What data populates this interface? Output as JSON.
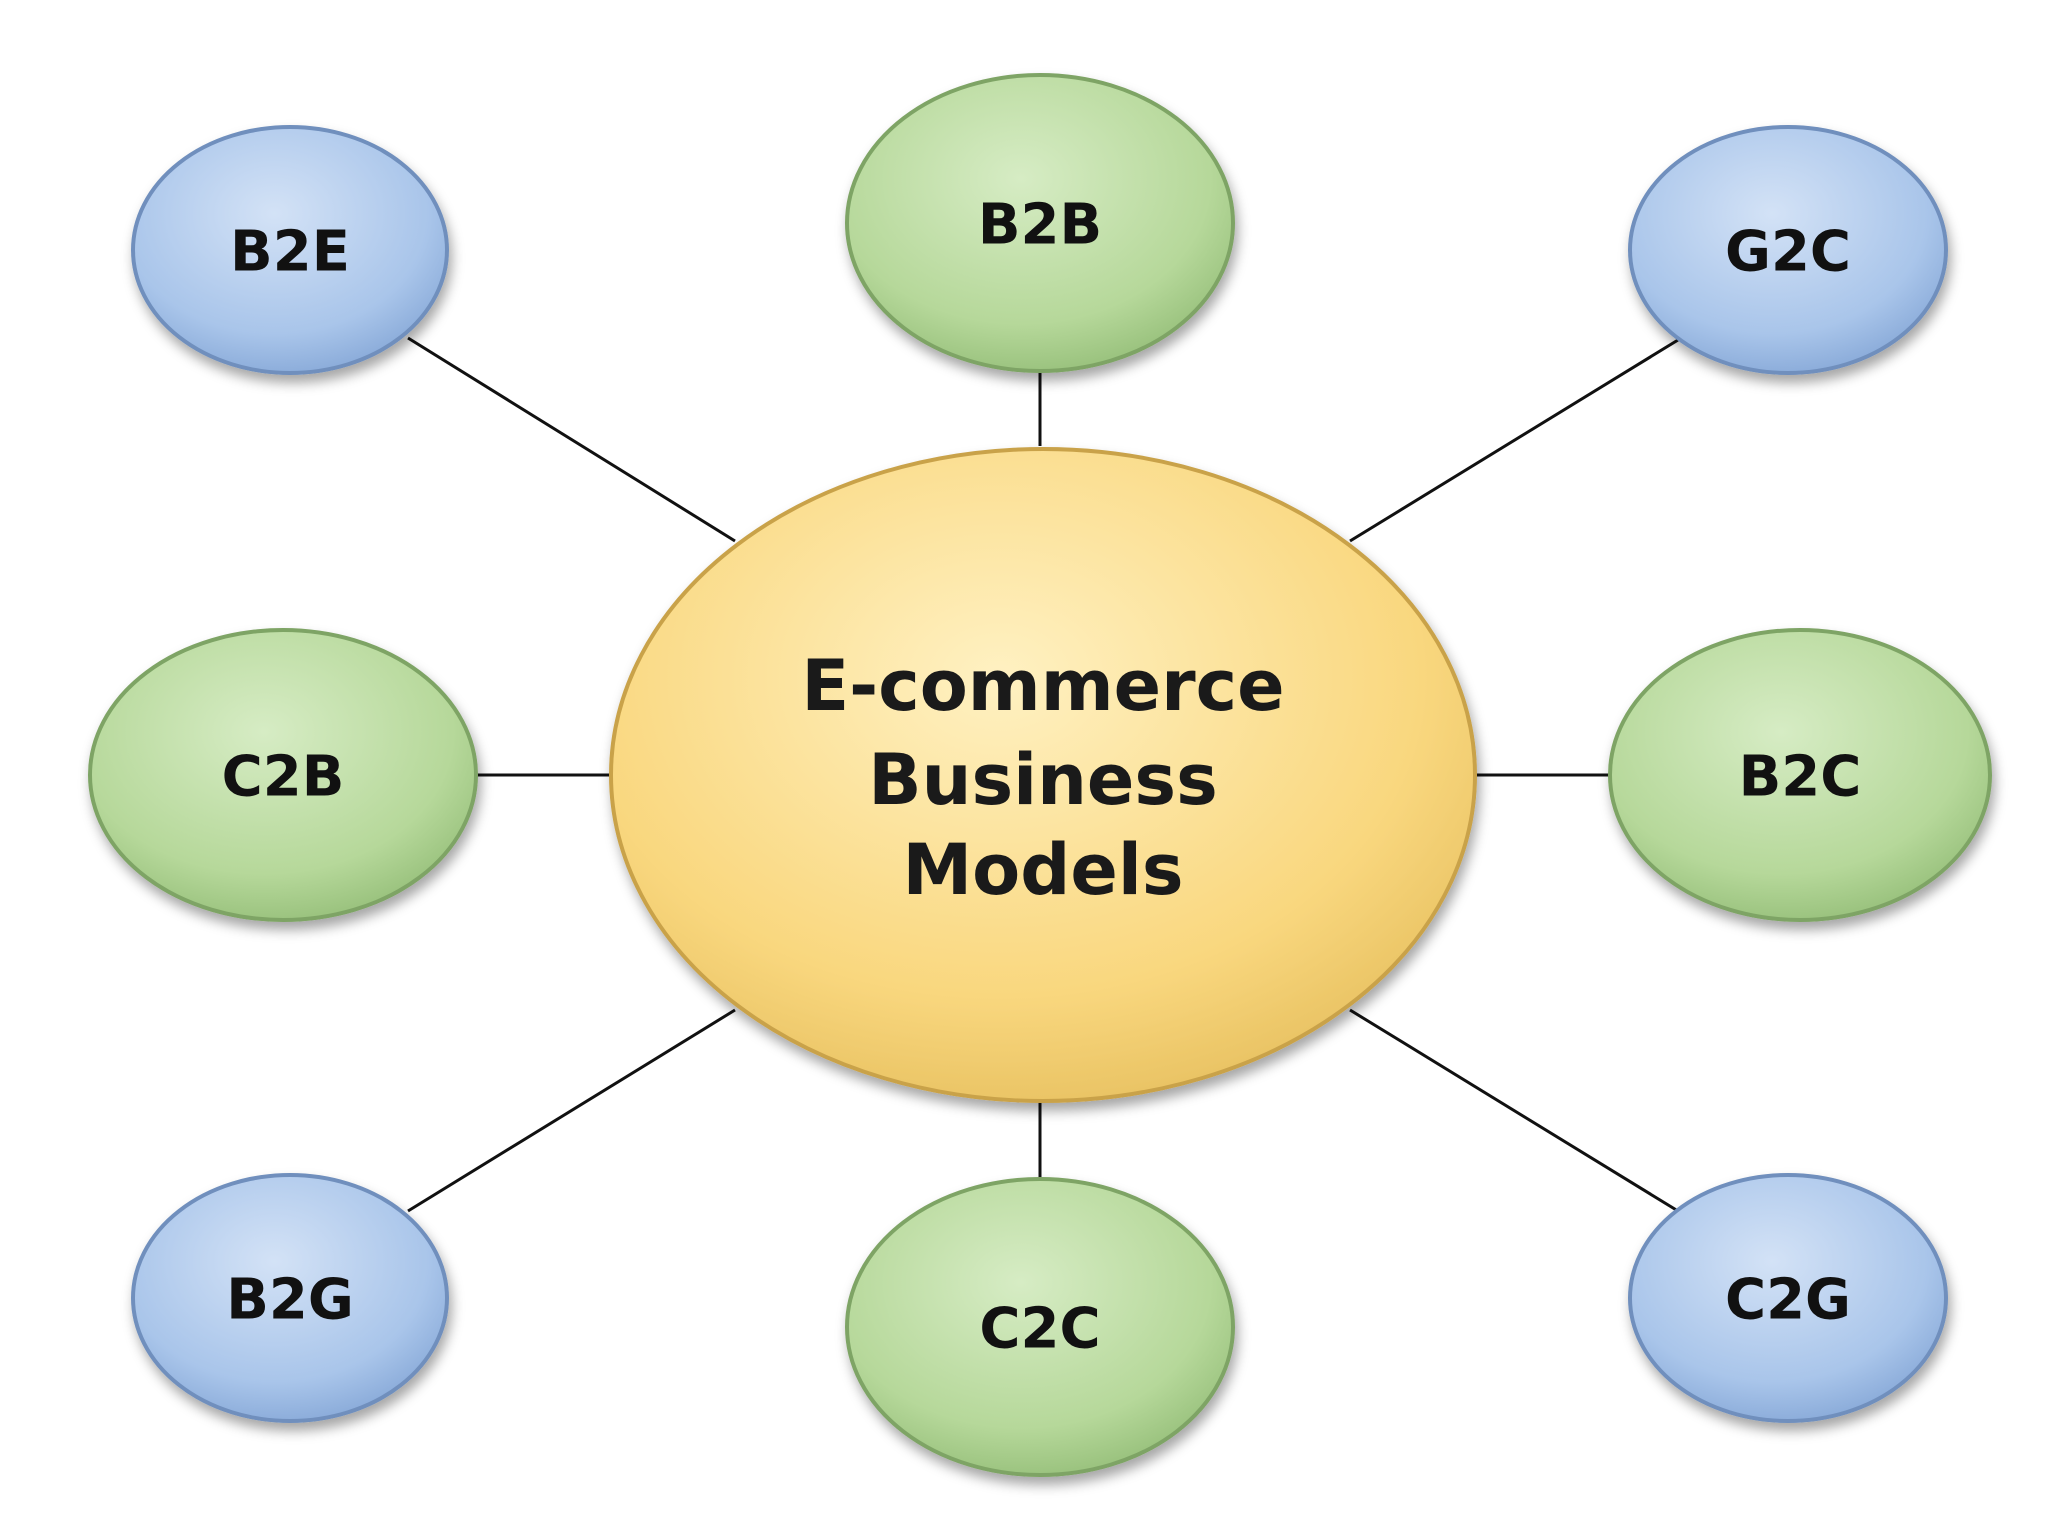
{
  "center": {
    "lines": [
      "E-commerce",
      "Business",
      "Models"
    ],
    "color": "#f9d77e"
  },
  "nodes": [
    {
      "id": "b2e",
      "label": "B2E",
      "color_group": "blue"
    },
    {
      "id": "b2b",
      "label": "B2B",
      "color_group": "green"
    },
    {
      "id": "g2c",
      "label": "G2C",
      "color_group": "blue"
    },
    {
      "id": "c2b",
      "label": "C2B",
      "color_group": "green"
    },
    {
      "id": "b2c",
      "label": "B2C",
      "color_group": "green"
    },
    {
      "id": "b2g",
      "label": "B2G",
      "color_group": "blue"
    },
    {
      "id": "c2c",
      "label": "C2C",
      "color_group": "green"
    },
    {
      "id": "c2g",
      "label": "C2G",
      "color_group": "blue"
    }
  ],
  "colors": {
    "blue_fill": "#a9c5ea",
    "blue_edge": "#6f8fbd",
    "green_fill": "#b6d89a",
    "green_edge": "#7ea465",
    "center_edge": "#c9a24a",
    "line": "#111111"
  }
}
